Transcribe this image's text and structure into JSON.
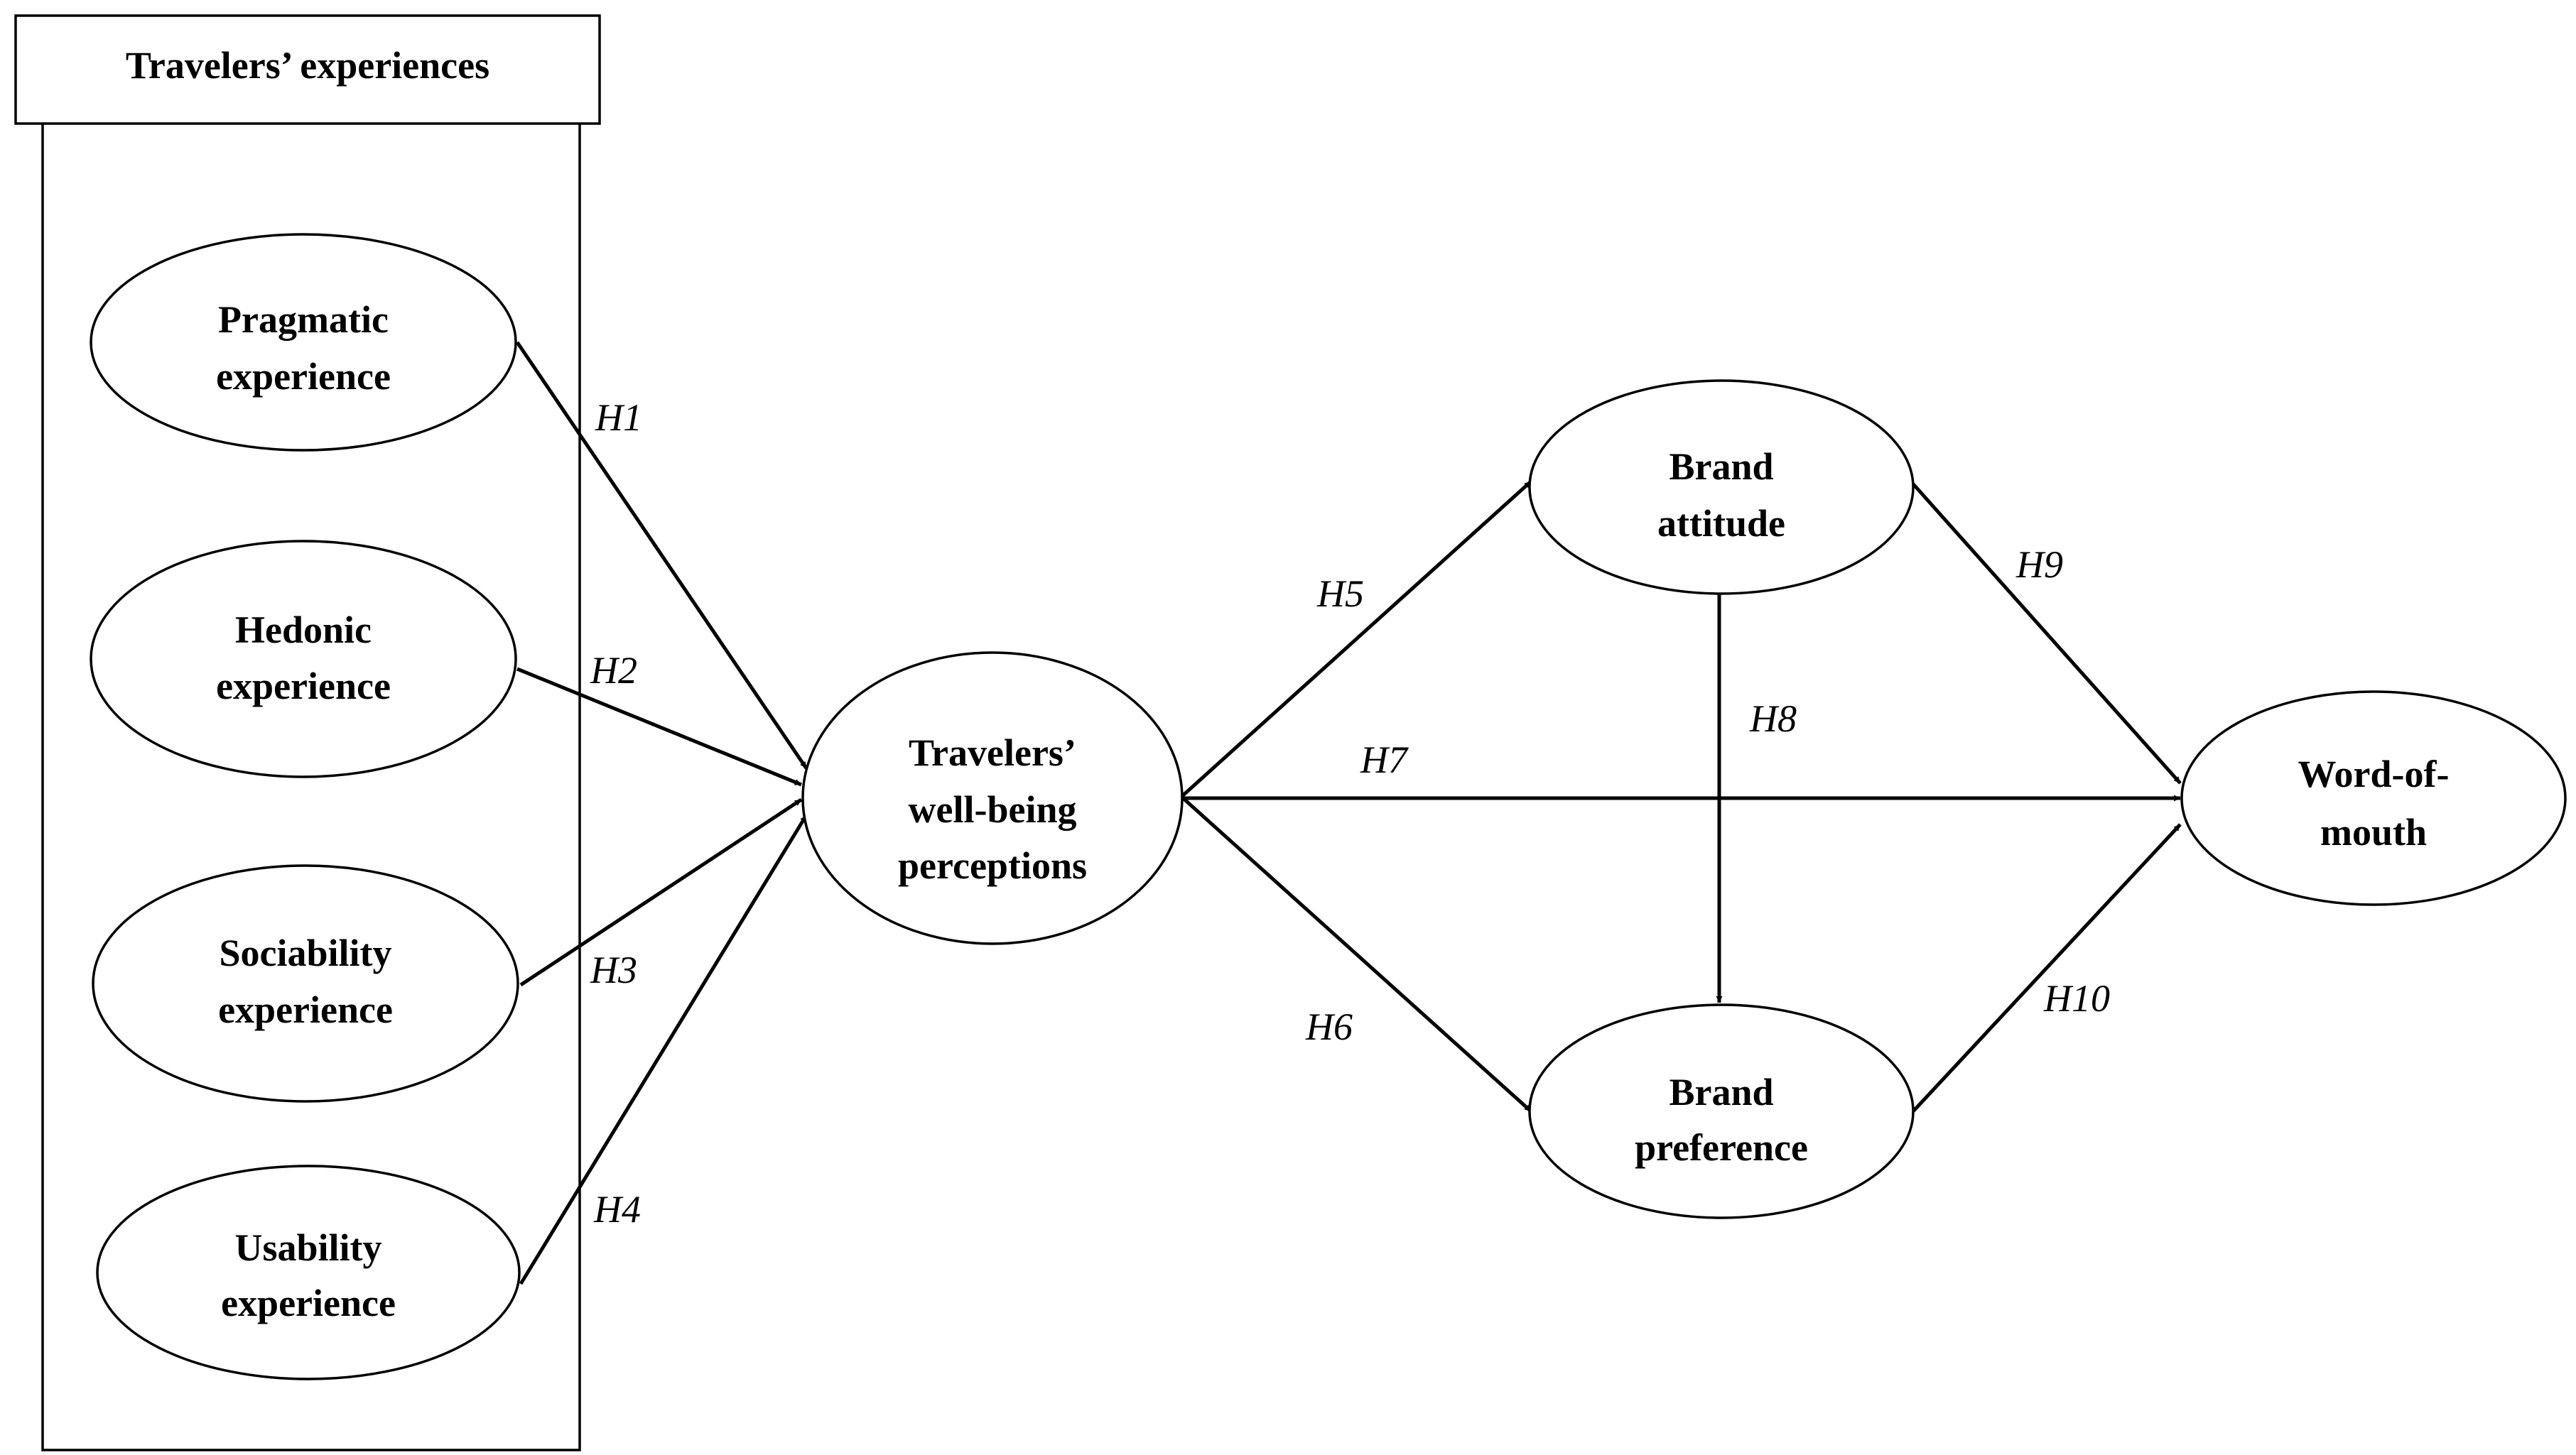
{
  "group": {
    "title": "Travelers’ experiences"
  },
  "nodes": {
    "pragmatic": {
      "line1": "Pragmatic",
      "line2": "experience"
    },
    "hedonic": {
      "line1": "Hedonic",
      "line2": "experience"
    },
    "sociability": {
      "line1": "Sociability",
      "line2": "experience"
    },
    "usability": {
      "line1": "Usability",
      "line2": "experience"
    },
    "wellbeing": {
      "line1": "Travelers’",
      "line2": "well-being",
      "line3": "perceptions"
    },
    "attitude": {
      "line1": "Brand",
      "line2": "attitude"
    },
    "preference": {
      "line1": "Brand",
      "line2": "preference"
    },
    "wom": {
      "line1": "Word-of-",
      "line2": "mouth"
    }
  },
  "hypotheses": {
    "h1": "H1",
    "h2": "H2",
    "h3": "H3",
    "h4": "H4",
    "h5": "H5",
    "h6": "H6",
    "h7": "H7",
    "h8": "H8",
    "h9": "H9",
    "h10": "H10"
  }
}
